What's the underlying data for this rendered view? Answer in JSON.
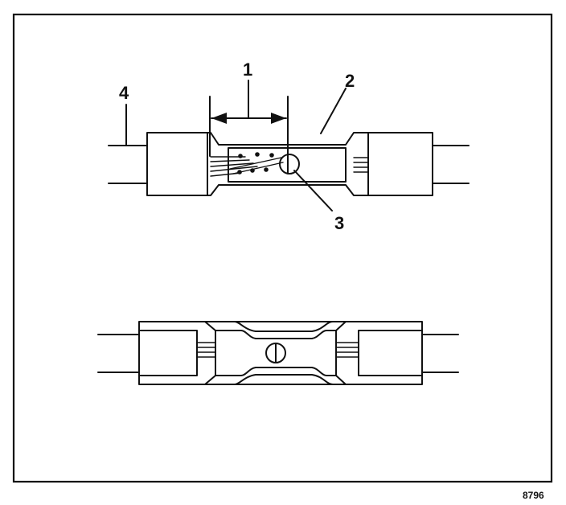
{
  "diagram": {
    "callouts": {
      "c1": "1",
      "c2": "2",
      "c3": "3",
      "c4": "4"
    },
    "figure_id": "8796"
  }
}
